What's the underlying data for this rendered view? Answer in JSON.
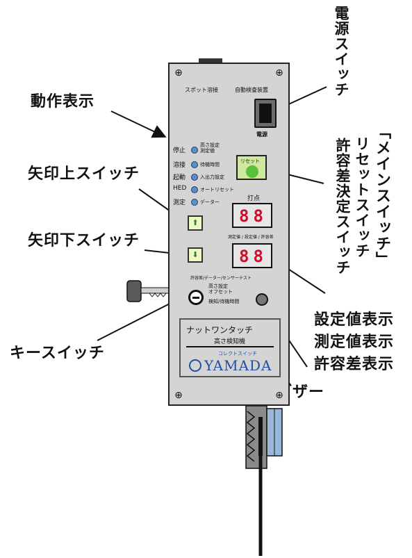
{
  "callouts": {
    "operation": "動作表示",
    "arrow_up": "矢印上スイッチ",
    "arrow_down": "矢印下スイッチ",
    "key_switch": "キースイッチ",
    "power_switch": "電源スイッチ",
    "main_switch": "「メインスイッチ」",
    "reset_switch": "リセットスイッチ",
    "tolerance_switch": "許容差決定スイッチ",
    "setting_display": "設定値表示",
    "measure_display": "測定値表示",
    "tolerance_display": "許容差表示",
    "buzzer": "ブザー"
  },
  "panel": {
    "header_left": "スポット溶接",
    "header_right": "自動検査装置",
    "power_label": "電源",
    "reset_label": "リセット",
    "hit_label": "打点",
    "display1_value": "88",
    "display2_value": "88",
    "display2_caption": "測定値 / 設定値 / 許容差",
    "status_rows": [
      {
        "left": "停止",
        "right": "高さ設定\n測定値"
      },
      {
        "left": "溶接",
        "right": "待機時間"
      },
      {
        "left": "起動",
        "right": "入出力設定"
      },
      {
        "left": "HED",
        "right": "オートリセット"
      },
      {
        "left": "測定",
        "right": "データー"
      }
    ],
    "key_modes": {
      "top": "許容差/データー/センサーテスト",
      "mid": "高さ設定\nオフセット",
      "bottom": "検知/待機時間"
    },
    "product_name": "ナットワンタッチ",
    "product_sub": "高さ検知機",
    "brand_sub": "コレクトスイッチ",
    "brand": "YAMADA"
  },
  "colors": {
    "panel": "#d4d4d4",
    "led_blue": "#5b8fc8",
    "seg_red": "#c8102e",
    "reset_green": "#5cbf3a",
    "brand_blue": "#1e4ea6"
  }
}
